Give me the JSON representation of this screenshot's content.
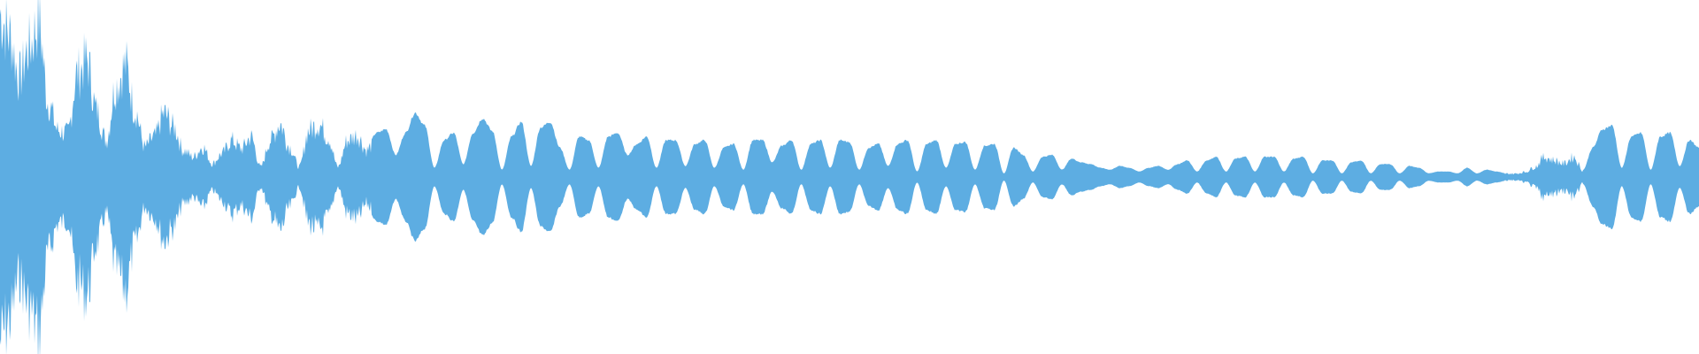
{
  "waveform": {
    "color": "#5dade2",
    "background": "#ffffff",
    "envelope": [
      0.98,
      0.85,
      0.6,
      0.78,
      0.93,
      0.45,
      0.28,
      0.26,
      0.62,
      0.7,
      0.4,
      0.22,
      0.55,
      0.67,
      0.4,
      0.18,
      0.24,
      0.38,
      0.3,
      0.16,
      0.12,
      0.18,
      0.08,
      0.14,
      0.22,
      0.17,
      0.24,
      0.06,
      0.22,
      0.32,
      0.18,
      0.06,
      0.28,
      0.32,
      0.24,
      0.06,
      0.22,
      0.25,
      0.16,
      0.24,
      0.26,
      0.12,
      0.24,
      0.35,
      0.28,
      0.05,
      0.2,
      0.24,
      0.07,
      0.24,
      0.32,
      0.25,
      0.04,
      0.22,
      0.3,
      0.06,
      0.27,
      0.3,
      0.16,
      0.04,
      0.22,
      0.2,
      0.05,
      0.22,
      0.24,
      0.12,
      0.18,
      0.22,
      0.05,
      0.2,
      0.2,
      0.06,
      0.18,
      0.2,
      0.05,
      0.16,
      0.18,
      0.04,
      0.2,
      0.2,
      0.08,
      0.17,
      0.2,
      0.04,
      0.18,
      0.2,
      0.05,
      0.2,
      0.19,
      0.04,
      0.16,
      0.18,
      0.06,
      0.18,
      0.2,
      0.03,
      0.18,
      0.2,
      0.05,
      0.18,
      0.19,
      0.04,
      0.17,
      0.18,
      0.02,
      0.16,
      0.12,
      0.03,
      0.11,
      0.12,
      0.04,
      0.1,
      0.08,
      0.07,
      0.05,
      0.04,
      0.06,
      0.05,
      0.03,
      0.05,
      0.06,
      0.04,
      0.07,
      0.09,
      0.03,
      0.09,
      0.11,
      0.03,
      0.1,
      0.11,
      0.03,
      0.11,
      0.11,
      0.03,
      0.1,
      0.11,
      0.02,
      0.09,
      0.09,
      0.02,
      0.08,
      0.09,
      0.02,
      0.07,
      0.07,
      0.02,
      0.06,
      0.05,
      0.02,
      0.03,
      0.03,
      0.02,
      0.05,
      0.02,
      0.04,
      0.03,
      0.02,
      0.02,
      0.03,
      0.06,
      0.12,
      0.1,
      0.08,
      0.12,
      0.04,
      0.16,
      0.26,
      0.28,
      0.05,
      0.22,
      0.24,
      0.04,
      0.22,
      0.24,
      0.06,
      0.2,
      0.16
    ]
  }
}
